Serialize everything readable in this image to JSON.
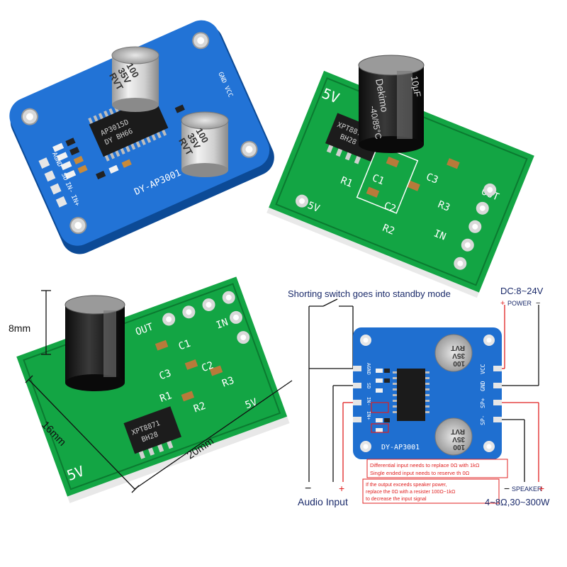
{
  "colors": {
    "blue_pcb": "#1f6fd0",
    "green_pcb": "#0f9a3f",
    "wire_black": "#222222",
    "wire_red": "#e02020",
    "note_border": "#e02020"
  },
  "top_left_board": {
    "cap1": [
      "100",
      "35V",
      "RVT"
    ],
    "cap2": [
      "100",
      "35V",
      "RVT"
    ],
    "chip": [
      "AP3015D",
      "DY BH66"
    ],
    "pins_top": "GND VCC",
    "pins_left": [
      "AGND",
      "SD",
      "IN-",
      "IN+"
    ],
    "model": "DY-AP3001"
  },
  "top_right_board": {
    "cap_text": [
      "Dekimo",
      "10μF",
      "-40/85°C"
    ],
    "chip": [
      "XPT8871",
      "BH28"
    ],
    "silk": [
      "5V",
      "C1",
      "C2",
      "C3",
      "R1",
      "R2",
      "R3",
      "IN",
      "OUT",
      "5V"
    ]
  },
  "bottom_left_board": {
    "dim_height": "8mm",
    "dim_depth": "16mm",
    "dim_width": "20mm",
    "chip": [
      "XPT8871",
      "BH28"
    ],
    "silk": [
      "5V",
      "C1",
      "C2",
      "C3",
      "R1",
      "R2",
      "R3",
      "IN",
      "OUT",
      "5V"
    ]
  },
  "diagram": {
    "standby_label": "Shorting switch goes into standby mode",
    "dc_label": "DC:8~24V",
    "power_plus": "+",
    "power_word": "POWER",
    "power_minus": "−",
    "note1": [
      "Differential input needs to replace 0Ω with 1kΩ",
      "Single ended input needs to reserve th 0Ω"
    ],
    "note2": [
      "If the output exceeds speaker power,",
      "replace the 0Ω with a resister 100Ω~1kΩ",
      "to decrease the input signal"
    ],
    "audio_minus": "−",
    "audio_plus": "+",
    "audio_label": "Audio Input",
    "speaker_minus": "−",
    "speaker_word": "SPEAKER",
    "speaker_plus": "+",
    "speaker_spec": "4~8Ω,30~300W",
    "board_model": "DY-AP3001",
    "pins_left": [
      "AGND",
      "SD",
      "IN-",
      "IN+"
    ],
    "pins_right": [
      "VCC",
      "GND",
      "SP+",
      "SP-"
    ],
    "cap1": [
      "100",
      "35V",
      "RVT"
    ],
    "cap2": [
      "100",
      "35V",
      "RVT"
    ]
  }
}
